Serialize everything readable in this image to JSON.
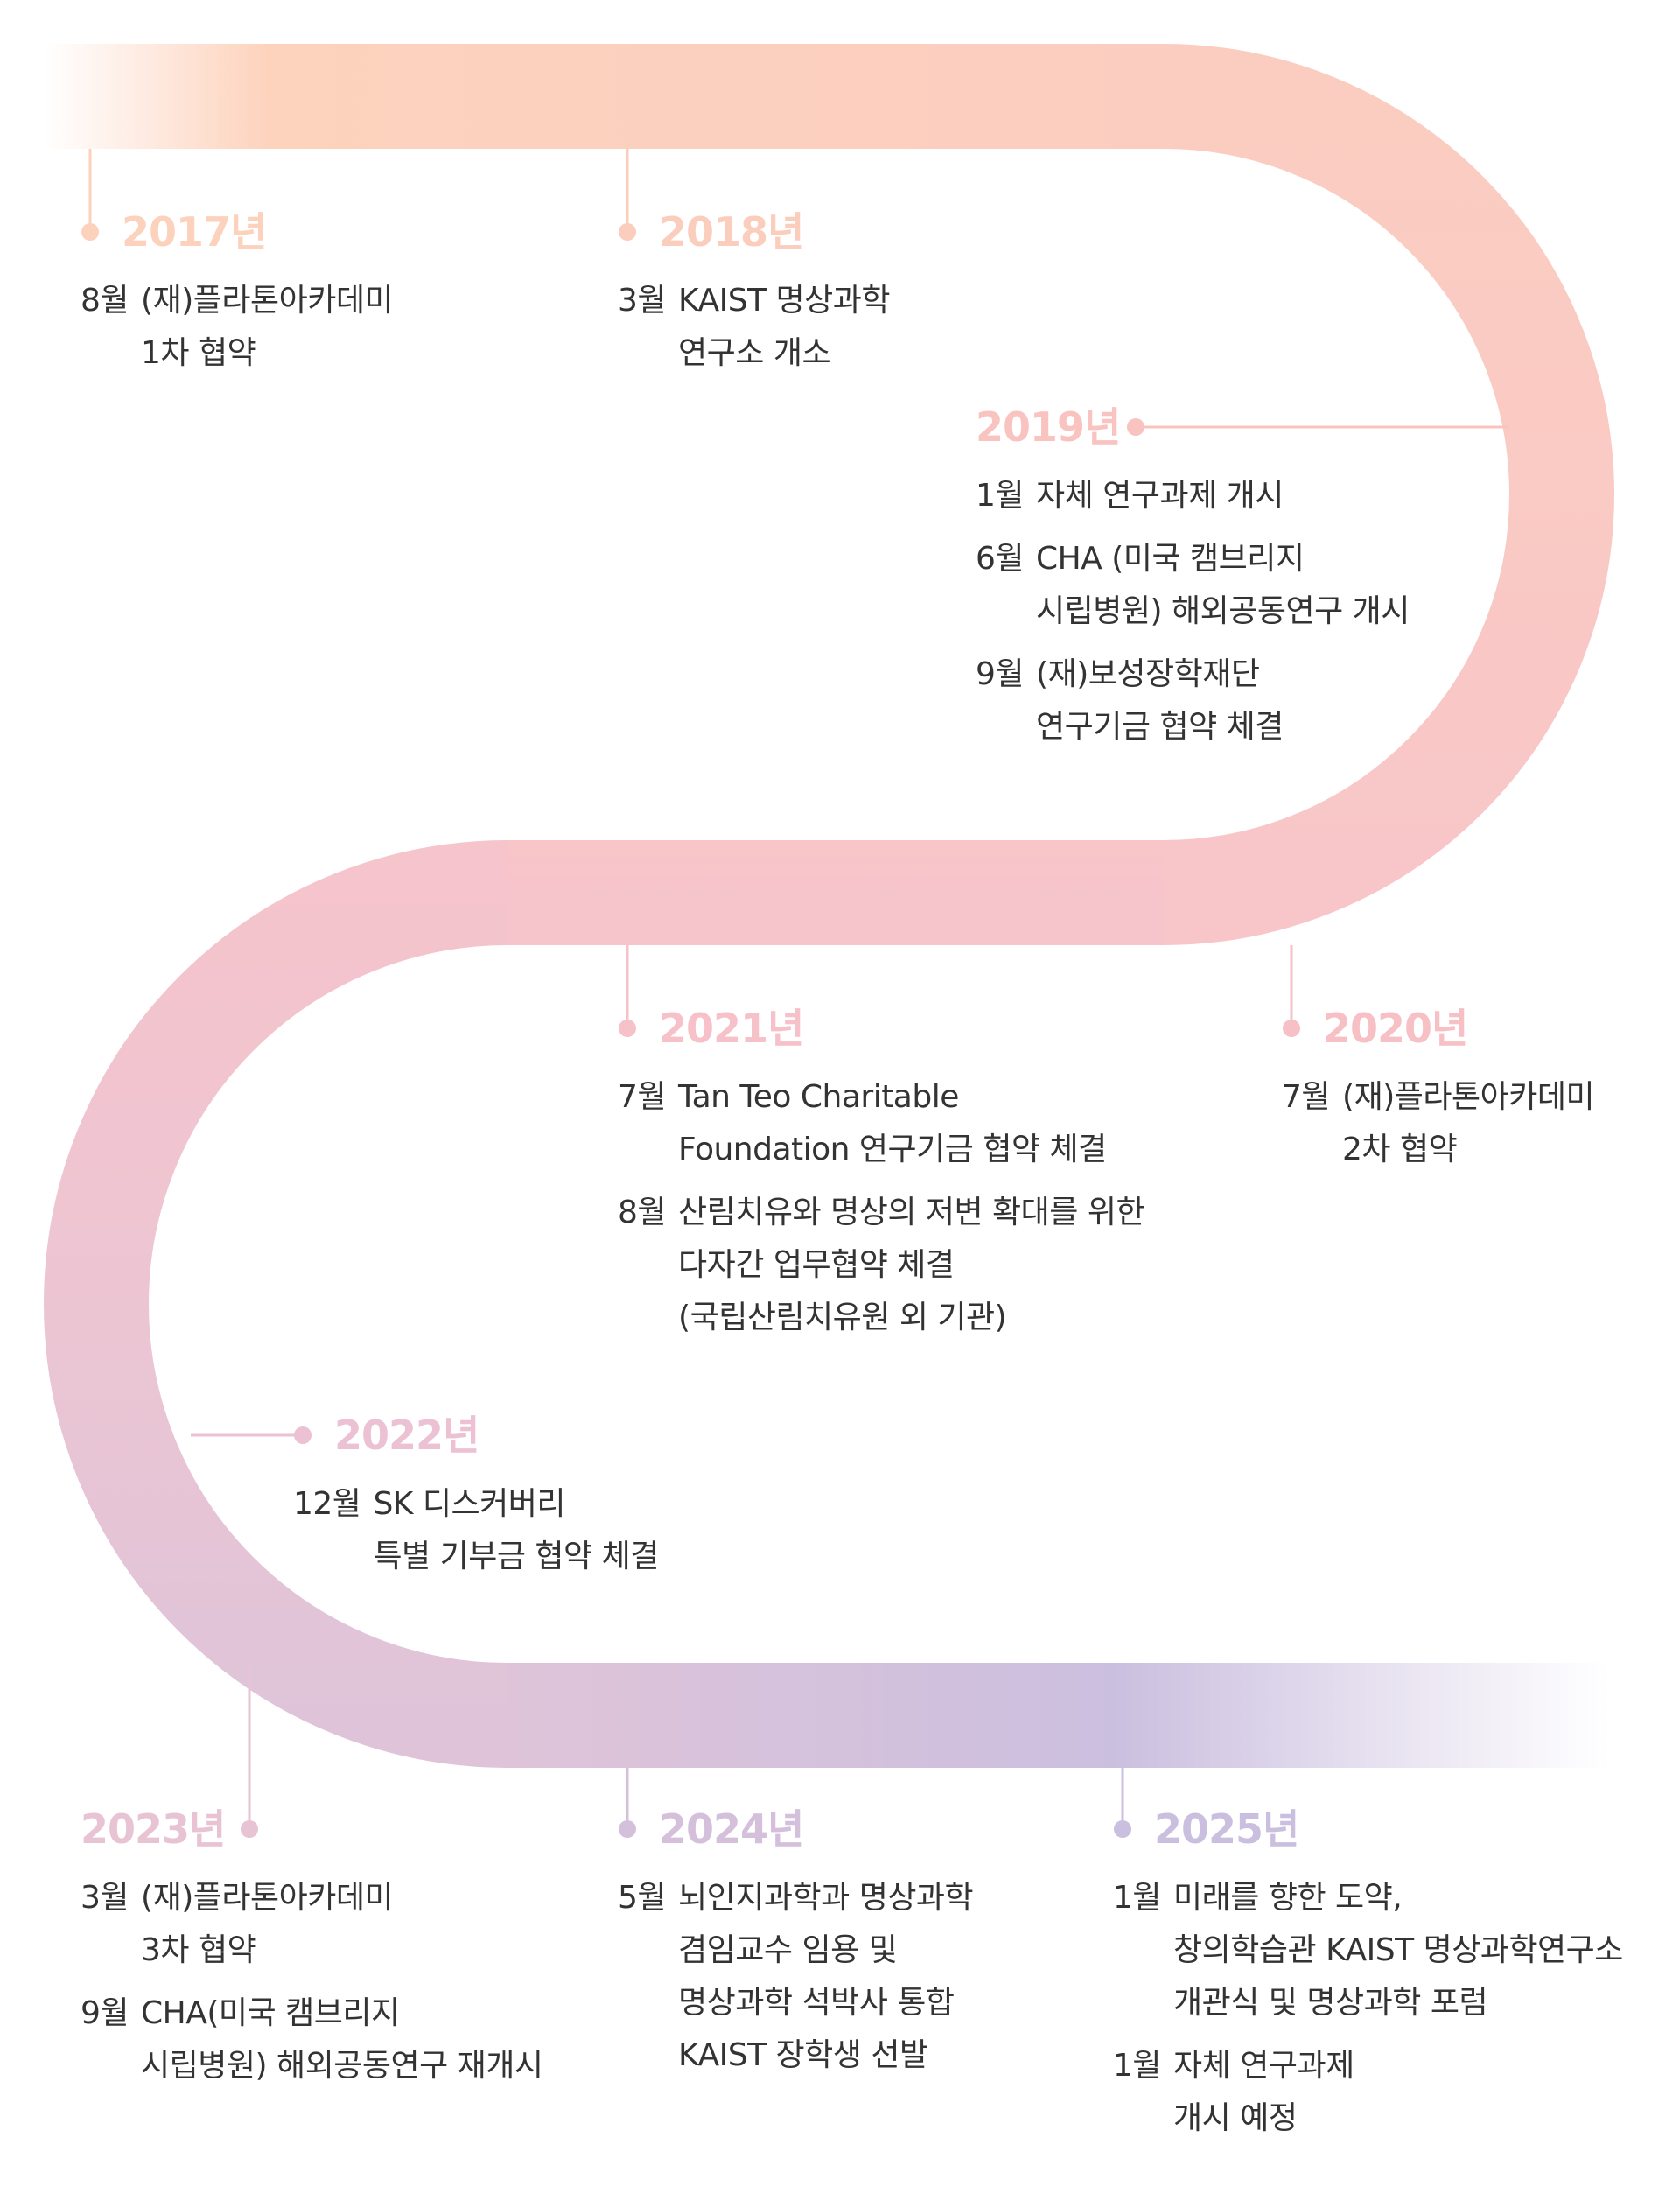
{
  "colors": {
    "peach": "#fdd3bd",
    "pink_light": "#f9c8c5",
    "pink": "#f6c4cb",
    "mauve": "#e6c7d7",
    "lavender": "#cbbfdf",
    "year_2017": "#fcd2bd",
    "year_2018": "#fbcdbd",
    "year_2019": "#f9c3c0",
    "year_2020": "#f7c0c5",
    "year_2021": "#f6c1c8",
    "year_2022": "#ebc1d3",
    "year_2023": "#e7c3d4",
    "year_2024": "#d5c0dc",
    "year_2025": "#cbbfdf",
    "text": "#333333"
  },
  "timeline": [
    {
      "year": "2017년",
      "items": [
        {
          "month": "8월",
          "text": "(재)플라톤아카데미\n1차 협약"
        }
      ]
    },
    {
      "year": "2018년",
      "items": [
        {
          "month": "3월",
          "text": "KAIST 명상과학\n연구소 개소"
        }
      ]
    },
    {
      "year": "2019년",
      "items": [
        {
          "month": "1월",
          "text": "자체 연구과제 개시"
        },
        {
          "month": "6월",
          "text": "CHA (미국 캠브리지\n시립병원) 해외공동연구 개시"
        },
        {
          "month": "9월",
          "text": "(재)보성장학재단\n연구기금 협약 체결"
        }
      ]
    },
    {
      "year": "2020년",
      "items": [
        {
          "month": "7월",
          "text": "(재)플라톤아카데미\n2차 협약"
        }
      ]
    },
    {
      "year": "2021년",
      "items": [
        {
          "month": "7월",
          "text": "Tan Teo Charitable\nFoundation 연구기금 협약 체결"
        },
        {
          "month": "8월",
          "text": "산림치유와 명상의 저변 확대를 위한\n다자간 업무협약 체결\n(국립산림치유원 외 기관)"
        }
      ]
    },
    {
      "year": "2022년",
      "items": [
        {
          "month": "12월",
          "text": "SK 디스커버리\n특별 기부금 협약 체결"
        }
      ]
    },
    {
      "year": "2023년",
      "items": [
        {
          "month": "3월",
          "text": "(재)플라톤아카데미\n3차 협약"
        },
        {
          "month": "9월",
          "text": "CHA(미국 캠브리지\n시립병원) 해외공동연구 재개시"
        }
      ]
    },
    {
      "year": "2024년",
      "items": [
        {
          "month": "5월",
          "text": "뇌인지과학과 명상과학\n겸임교수 임용 및\n명상과학 석박사 통합\nKAIST 장학생 선발"
        }
      ]
    },
    {
      "year": "2025년",
      "items": [
        {
          "month": "1월",
          "text": "미래를 향한 도약,\n창의학습관 KAIST 명상과학연구소\n개관식 및 명상과학 포럼"
        },
        {
          "month": "1월",
          "text": "자체 연구과제\n개시 예정"
        }
      ]
    }
  ]
}
